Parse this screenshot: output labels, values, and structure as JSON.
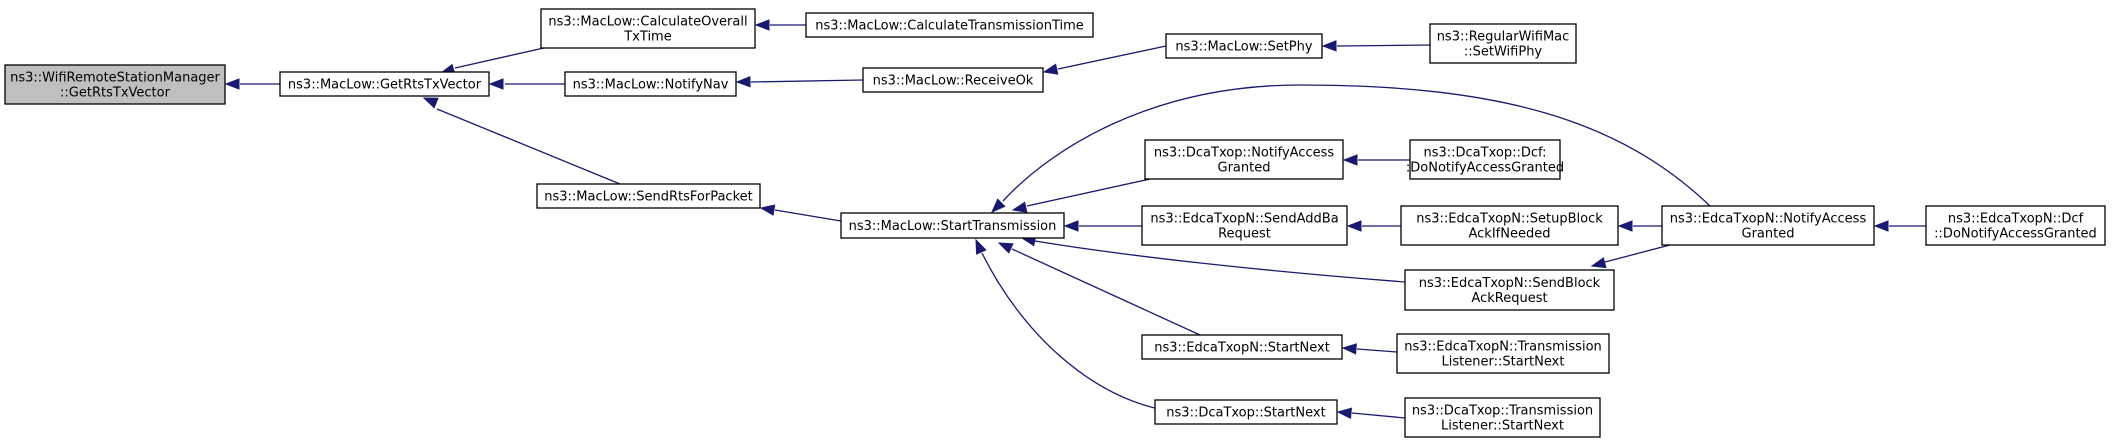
{
  "diagram": {
    "nodes": [
      {
        "id": "root",
        "lines": [
          "ns3::WifiRemoteStationManager",
          "::GetRtsTxVector"
        ],
        "root": true
      },
      {
        "id": "getrts",
        "lines": [
          "ns3::MacLow::GetRtsTxVector"
        ]
      },
      {
        "id": "calcoverall",
        "lines": [
          "ns3::MacLow::CalculateOverall",
          "TxTime"
        ]
      },
      {
        "id": "calctrans",
        "lines": [
          "ns3::MacLow::CalculateTransmissionTime"
        ]
      },
      {
        "id": "notifynav",
        "lines": [
          "ns3::MacLow::NotifyNav"
        ]
      },
      {
        "id": "receiveok",
        "lines": [
          "ns3::MacLow::ReceiveOk"
        ]
      },
      {
        "id": "setphy",
        "lines": [
          "ns3::MacLow::SetPhy"
        ]
      },
      {
        "id": "setwifiphy",
        "lines": [
          "ns3::RegularWifiMac",
          "::SetWifiPhy"
        ]
      },
      {
        "id": "sendrts",
        "lines": [
          "ns3::MacLow::SendRtsForPacket"
        ]
      },
      {
        "id": "starttx",
        "lines": [
          "ns3::MacLow::StartTransmission"
        ]
      },
      {
        "id": "dcanotify",
        "lines": [
          "ns3::DcaTxop::NotifyAccess",
          "Granted"
        ]
      },
      {
        "id": "dcadcf",
        "lines": [
          "ns3::DcaTxop::Dcf:",
          ":DoNotifyAccessGranted"
        ]
      },
      {
        "id": "sendaddba",
        "lines": [
          "ns3::EdcaTxopN::SendAddBa",
          "Request"
        ]
      },
      {
        "id": "setupblock",
        "lines": [
          "ns3::EdcaTxopN::SetupBlock",
          "AckIfNeeded"
        ]
      },
      {
        "id": "edcanotify",
        "lines": [
          "ns3::EdcaTxopN::NotifyAccess",
          "Granted"
        ]
      },
      {
        "id": "edcadcf",
        "lines": [
          "ns3::EdcaTxopN::Dcf",
          "::DoNotifyAccessGranted"
        ]
      },
      {
        "id": "sendblockack",
        "lines": [
          "ns3::EdcaTxopN::SendBlock",
          "AckRequest"
        ]
      },
      {
        "id": "edcastartnext",
        "lines": [
          "ns3::EdcaTxopN::StartNext"
        ]
      },
      {
        "id": "edcalistener",
        "lines": [
          "ns3::EdcaTxopN::Transmission",
          "Listener::StartNext"
        ]
      },
      {
        "id": "dcastartnext",
        "lines": [
          "ns3::DcaTxop::StartNext"
        ]
      },
      {
        "id": "dcalistener",
        "lines": [
          "ns3::DcaTxop::Transmission",
          "Listener::StartNext"
        ]
      }
    ],
    "edges": [
      {
        "from": "getrts",
        "to": "root"
      },
      {
        "from": "calcoverall",
        "to": "getrts"
      },
      {
        "from": "notifynav",
        "to": "getrts"
      },
      {
        "from": "sendrts",
        "to": "getrts"
      },
      {
        "from": "calctrans",
        "to": "calcoverall"
      },
      {
        "from": "receiveok",
        "to": "notifynav"
      },
      {
        "from": "setphy",
        "to": "receiveok"
      },
      {
        "from": "setwifiphy",
        "to": "setphy"
      },
      {
        "from": "starttx",
        "to": "sendrts"
      },
      {
        "from": "dcanotify",
        "to": "starttx"
      },
      {
        "from": "sendaddba",
        "to": "starttx"
      },
      {
        "from": "edcanotify",
        "to": "starttx"
      },
      {
        "from": "sendblockack",
        "to": "starttx"
      },
      {
        "from": "edcastartnext",
        "to": "starttx"
      },
      {
        "from": "dcastartnext",
        "to": "starttx"
      },
      {
        "from": "dcadcf",
        "to": "dcanotify"
      },
      {
        "from": "setupblock",
        "to": "sendaddba"
      },
      {
        "from": "edcanotify",
        "to": "setupblock"
      },
      {
        "from": "edcanotify",
        "to": "sendblockack"
      },
      {
        "from": "edcadcf",
        "to": "edcanotify"
      },
      {
        "from": "edcalistener",
        "to": "edcastartnext"
      },
      {
        "from": "dcalistener",
        "to": "dcastartnext"
      }
    ]
  }
}
